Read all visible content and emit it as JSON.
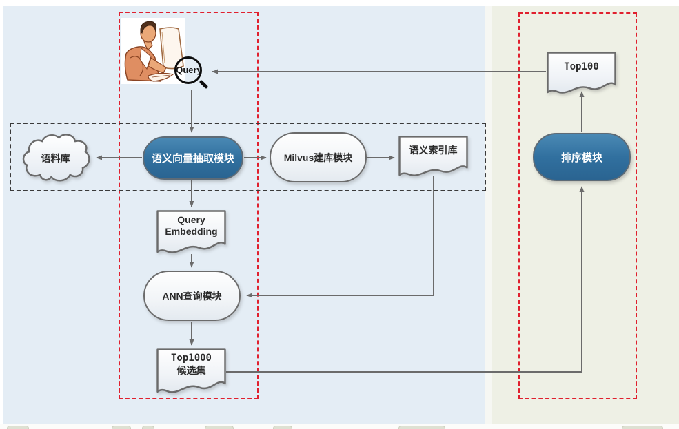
{
  "diagram": {
    "nodes": {
      "query": {
        "label": "Query"
      },
      "corpus": {
        "label": "语料库"
      },
      "semantic_extract": {
        "label": "语义向量抽取模块"
      },
      "milvus_build": {
        "label": "Milvus建库模块"
      },
      "semantic_index": {
        "label": "语义索引库"
      },
      "query_embedding": {
        "line1": "Query",
        "line2": "Embedding"
      },
      "ann_query": {
        "label": "ANN查询模块"
      },
      "top1000": {
        "line1": "Top1000",
        "line2": "候选集"
      },
      "ranking": {
        "label": "排序模块"
      },
      "top100": {
        "label": "Top100"
      }
    },
    "edges": [
      {
        "from": "top100",
        "to": "query"
      },
      {
        "from": "query",
        "to": "semantic_extract"
      },
      {
        "from": "semantic_extract",
        "to": "corpus"
      },
      {
        "from": "semantic_extract",
        "to": "milvus_build"
      },
      {
        "from": "milvus_build",
        "to": "semantic_index"
      },
      {
        "from": "semantic_extract",
        "to": "query_embedding"
      },
      {
        "from": "query_embedding",
        "to": "ann_query"
      },
      {
        "from": "semantic_index",
        "to": "ann_query"
      },
      {
        "from": "ann_query",
        "to": "top1000"
      },
      {
        "from": "top1000",
        "to": "ranking"
      },
      {
        "from": "ranking",
        "to": "top100"
      }
    ],
    "icons": {
      "magnifier": "magnifier-icon"
    },
    "colors": {
      "panel_left_bg": "#e4edf5",
      "panel_right_bg": "#eef0e5",
      "module_blue": "#2f6f9f",
      "shape_fill_light": "#f1f4f7",
      "shape_border": "#6b6b6b",
      "connector": "#6b6b6b",
      "group_border_red": "#e0202e",
      "group_border_black": "#3a3a3a"
    }
  }
}
